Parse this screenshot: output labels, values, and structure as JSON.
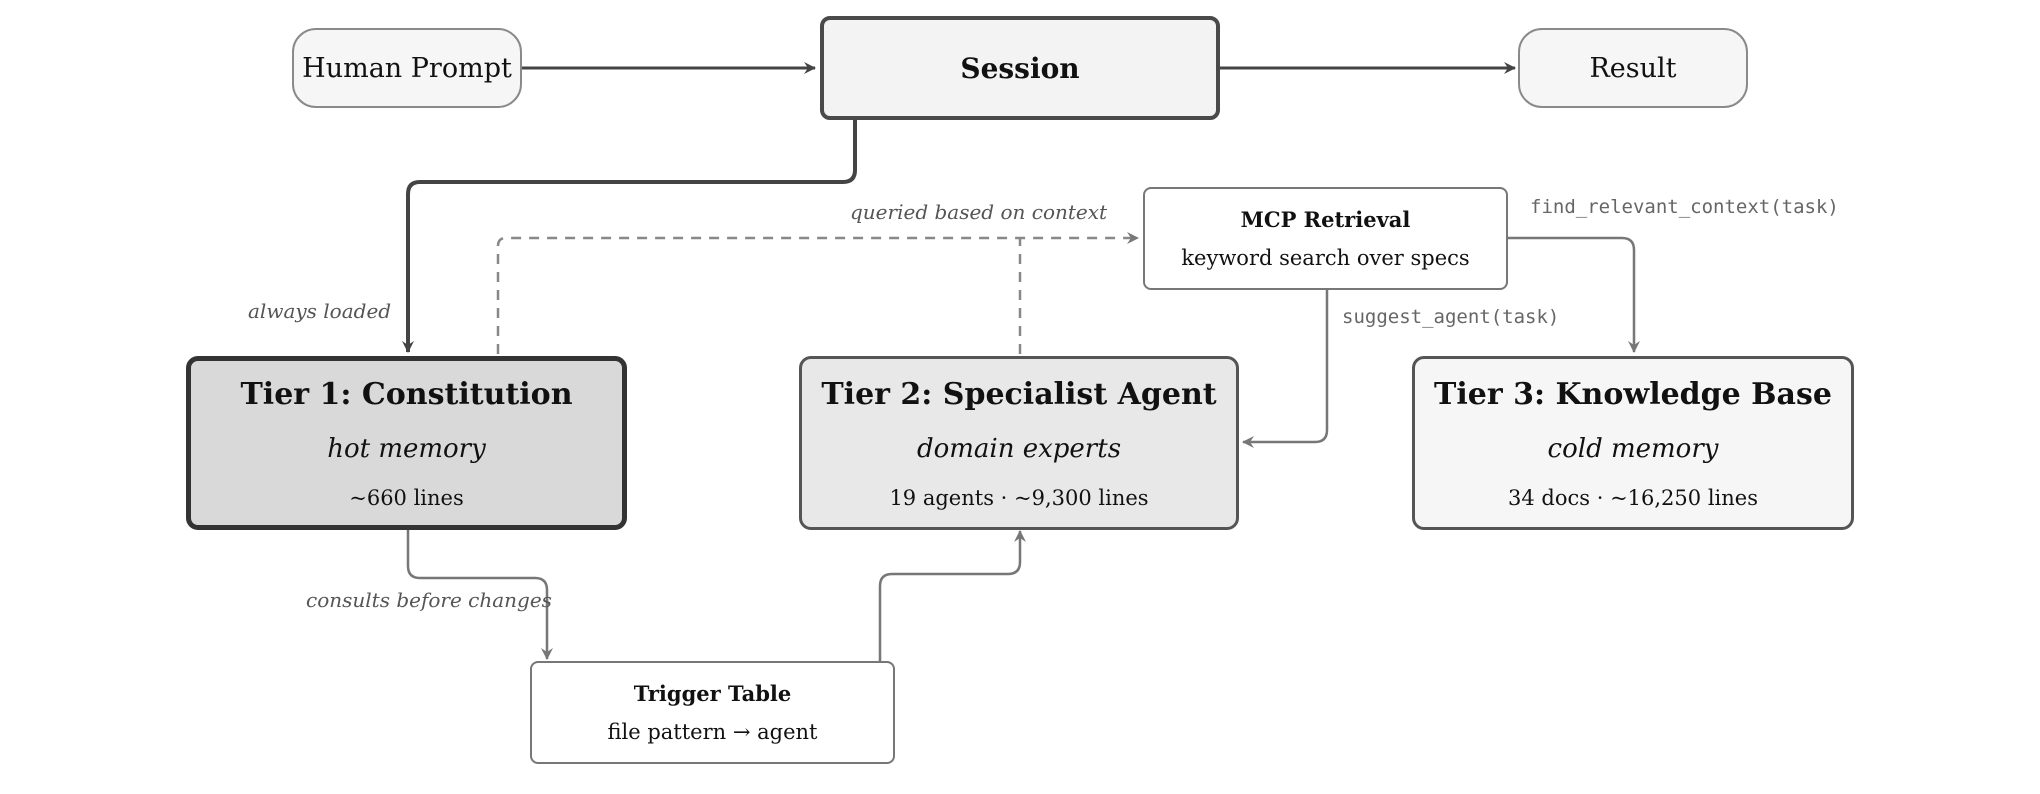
{
  "nodes": {
    "human_prompt": "Human Prompt",
    "session": "Session",
    "result": "Result",
    "tier1": {
      "title": "Tier 1: Constitution",
      "subtitle": "hot memory",
      "stat": "~660 lines"
    },
    "tier2": {
      "title": "Tier 2: Specialist Agent",
      "subtitle": "domain experts",
      "stat": "19 agents · ~9,300 lines"
    },
    "tier3": {
      "title": "Tier 3: Knowledge Base",
      "subtitle": "cold memory",
      "stat": "34 docs · ~16,250 lines"
    },
    "mcp": {
      "title": "MCP Retrieval",
      "subtitle": "keyword search over specs"
    },
    "trigger": {
      "title": "Trigger Table",
      "subtitle": "file pattern → agent"
    }
  },
  "edge_labels": {
    "always_loaded": "always loaded",
    "queried": "queried based on context",
    "find_context": "find_relevant_context(task)",
    "suggest_agent": "suggest_agent(task)",
    "consults": "consults before changes"
  }
}
